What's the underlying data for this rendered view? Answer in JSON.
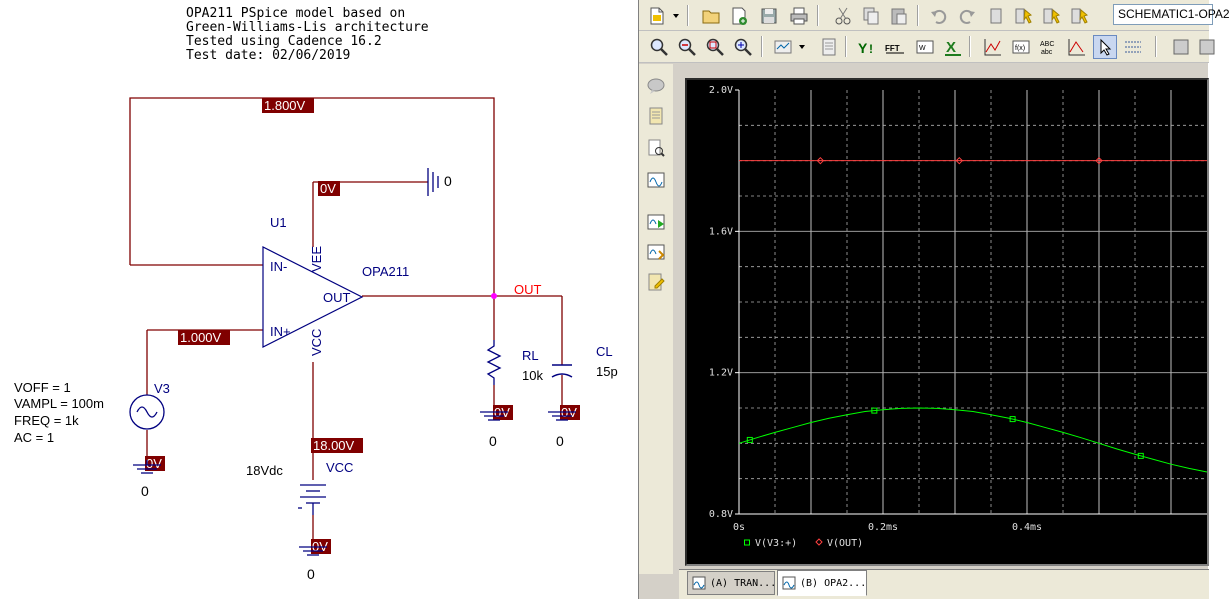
{
  "schematic": {
    "header_lines": [
      "OPA211 PSpice model based on",
      "Green-Williams-Lis architecture",
      "Tested using Cadence 16.2",
      "Test date: 02/06/2019"
    ],
    "part_ref": "U1",
    "part_name": "OPA211",
    "pin_in_minus": "IN-",
    "pin_in_plus": "IN+",
    "pin_out": "OUT",
    "pin_vee": "VEE",
    "pin_vcc": "VCC",
    "net_out_label": "OUT",
    "voltage_feedback": "1.800V",
    "voltage_vee": "0V",
    "voltage_in_plus": "1.000V",
    "voltage_vcc": "18.00V",
    "voltage_v3_gnd": "0V",
    "voltage_vcc_gnd": "0V",
    "voltage_rl_gnd": "0V",
    "voltage_cl_gnd": "0V",
    "gnd_vee": "0",
    "gnd_v3": "0",
    "gnd_vcc": "0",
    "gnd_rl": "0",
    "gnd_cl": "0",
    "source_params": [
      "VOFF = 1",
      "VAMPL = 100m",
      "FREQ = 1k",
      "AC = 1"
    ],
    "source_ref": "V3",
    "dc_source_value": "18Vdc",
    "dc_source_ref": "VCC",
    "rl_ref": "RL",
    "rl_value": "10k",
    "cl_ref": "CL",
    "cl_value": "15p",
    "colors": {
      "wire": "#800000",
      "voltage_marker_bg": "#800000",
      "text": "#000080",
      "probe_out": "#ff0000"
    }
  },
  "probe": {
    "schematic_dropdown": "SCHEMATIC1-OPA2",
    "tabs": [
      {
        "label": "(A) TRAN...",
        "active": false
      },
      {
        "label": "(B) OPA2...",
        "active": true
      }
    ]
  },
  "chart_data": {
    "type": "line",
    "xlabel": "",
    "ylabel": "",
    "x_ticks": [
      "0s",
      "0.2ms",
      "0.4ms"
    ],
    "y_ticks": [
      "2.0V",
      "1.6V",
      "1.2V",
      "0.8V"
    ],
    "xlim": [
      0,
      0.65
    ],
    "ylim": [
      0.8,
      2.0
    ],
    "grid": true,
    "legend_placement": "bottom-left",
    "series": [
      {
        "name": "V(V3:+)",
        "color": "#00ff00",
        "marker": "square",
        "x": [
          0,
          0.025,
          0.05,
          0.075,
          0.1,
          0.125,
          0.15,
          0.175,
          0.2,
          0.225,
          0.25,
          0.275,
          0.3,
          0.325,
          0.35,
          0.375,
          0.4,
          0.425,
          0.45,
          0.475,
          0.5,
          0.525,
          0.55,
          0.575,
          0.6,
          0.625,
          0.65
        ],
        "values": [
          1.0,
          1.016,
          1.031,
          1.045,
          1.059,
          1.071,
          1.081,
          1.09,
          1.095,
          1.099,
          1.1,
          1.099,
          1.095,
          1.09,
          1.081,
          1.071,
          1.059,
          1.045,
          1.031,
          1.016,
          1.0,
          0.984,
          0.969,
          0.955,
          0.941,
          0.929,
          0.919
        ],
        "marker_x": [
          0.015,
          0.188,
          0.38,
          0.558
        ]
      },
      {
        "name": "V(OUT)",
        "color": "#ff4040",
        "marker": "diamond",
        "x": [
          0,
          0.65
        ],
        "values": [
          1.8,
          1.8
        ],
        "marker_x": [
          0.113,
          0.306,
          0.5
        ]
      }
    ]
  }
}
